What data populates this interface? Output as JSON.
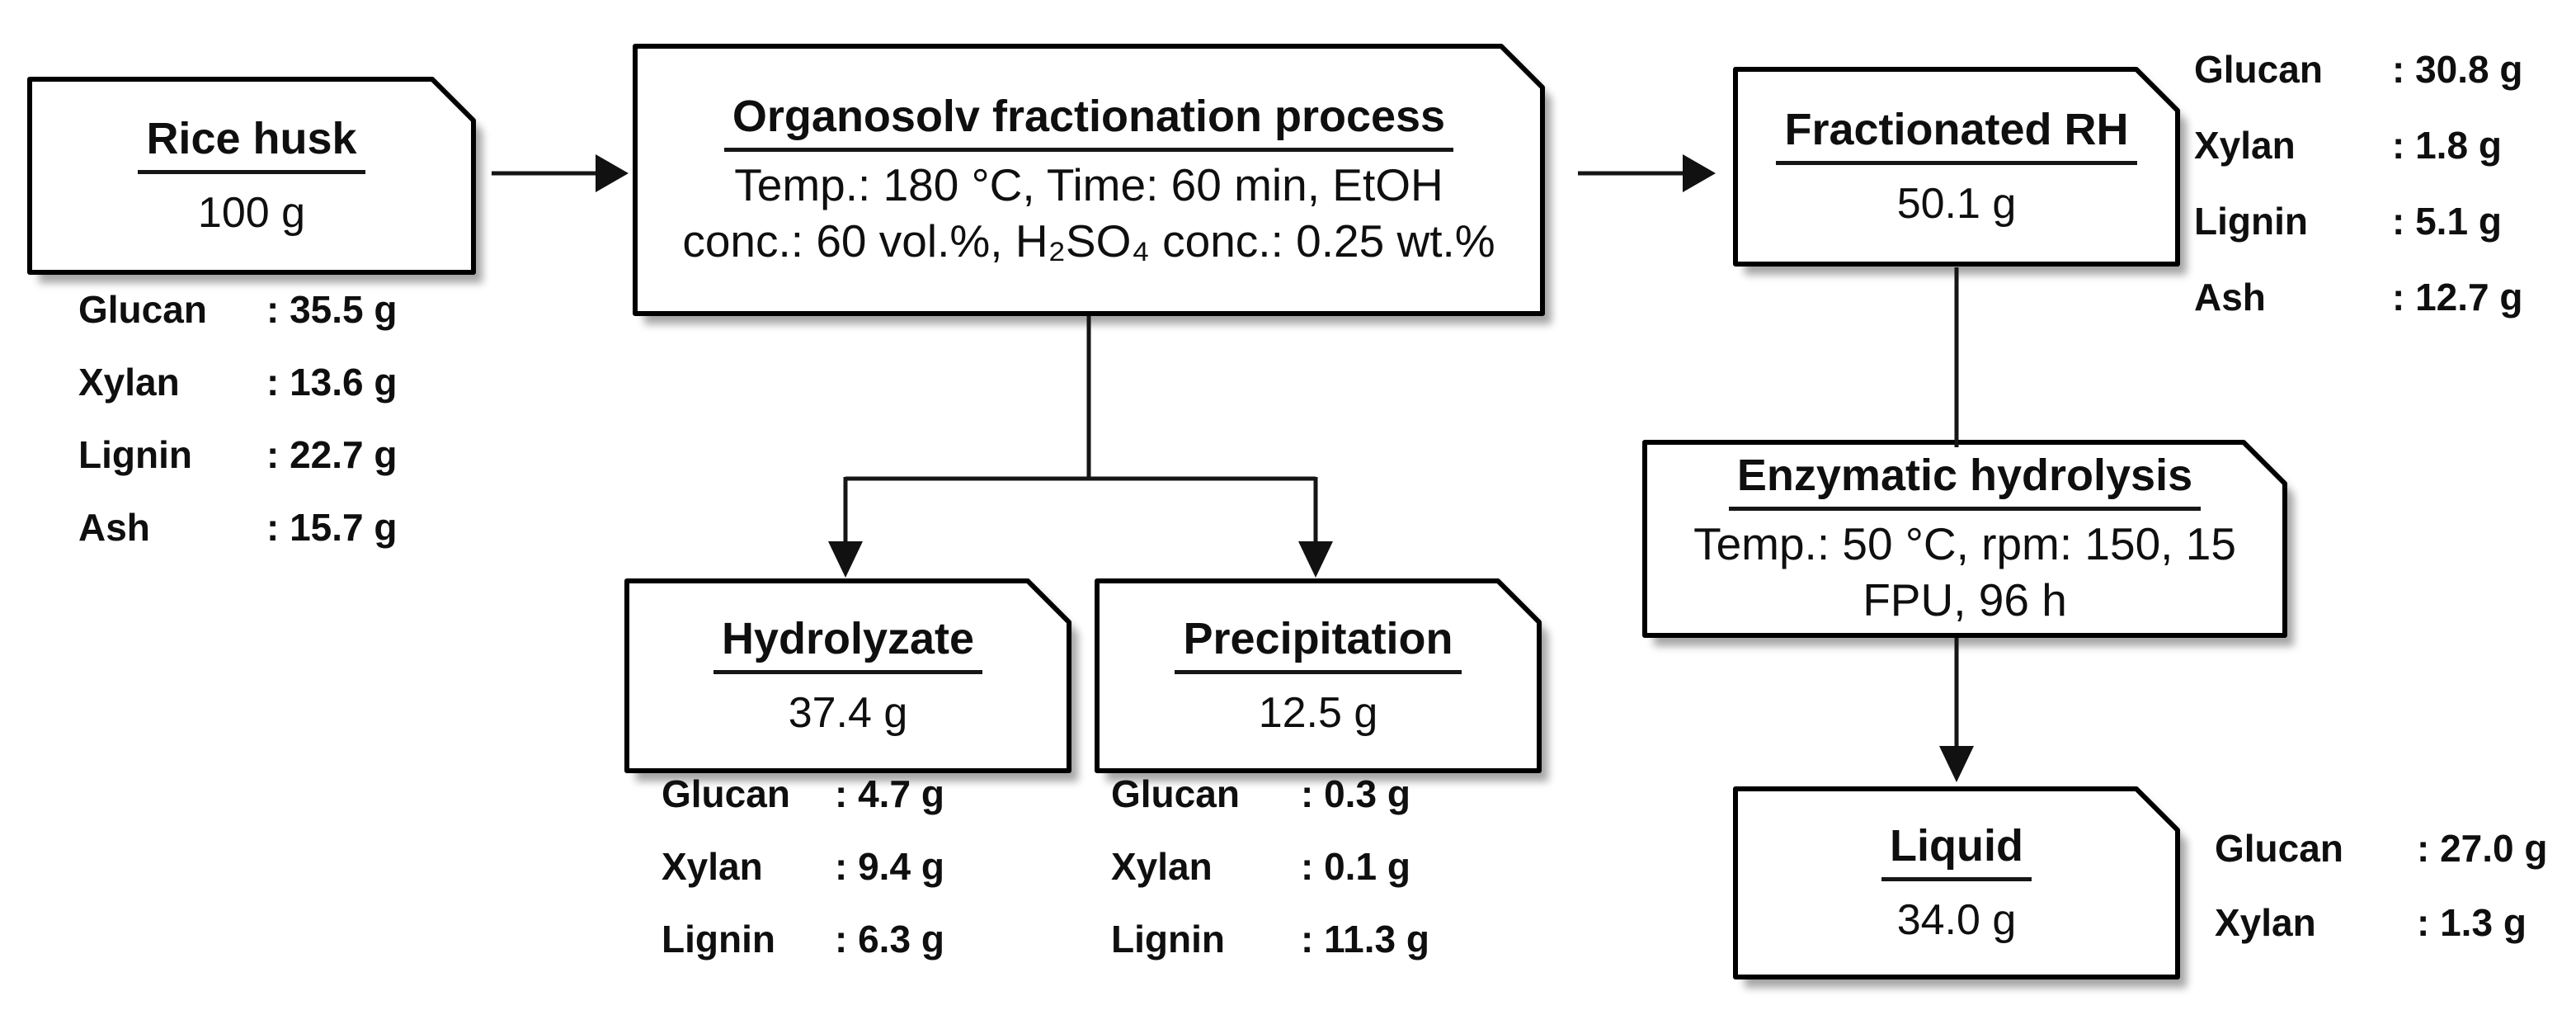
{
  "colors": {
    "ink": "#111111",
    "box_fill": "#ffffff",
    "box_border": "#000000",
    "background": "#ffffff"
  },
  "nodes": {
    "rice_husk": {
      "title": "Rice husk",
      "amount": "100 g"
    },
    "organosolv": {
      "title": "Organosolv fractionation process",
      "body": [
        "Temp.: 180 °C, Time: 60 min, EtOH",
        "conc.: 60 vol.%, H₂SO₄ conc.: 0.25 wt.%"
      ]
    },
    "fractionated_rh": {
      "title": "Fractionated RH",
      "amount": "50.1 g"
    },
    "hydrolyzate": {
      "title": "Hydrolyzate",
      "amount": "37.4 g"
    },
    "precipitation": {
      "title": "Precipitation",
      "amount": "12.5 g"
    },
    "enzymatic": {
      "title": "Enzymatic hydrolysis",
      "body": [
        "Temp.: 50 °C, rpm: 150, 15",
        "FPU, 96 h"
      ]
    },
    "liquid": {
      "title": "Liquid",
      "amount": "34.0 g"
    }
  },
  "compositions": {
    "rice_husk": {
      "items": [
        {
          "label": "Glucan",
          "value": ": 35.5 g"
        },
        {
          "label": "Xylan",
          "value": ": 13.6 g"
        },
        {
          "label": "Lignin",
          "value": ": 22.7 g"
        },
        {
          "label": "Ash",
          "value": ": 15.7 g"
        }
      ]
    },
    "fractionated_rh": {
      "items": [
        {
          "label": "Glucan",
          "value": ": 30.8 g"
        },
        {
          "label": "Xylan",
          "value": ": 1.8 g"
        },
        {
          "label": "Lignin",
          "value": ": 5.1 g"
        },
        {
          "label": "Ash",
          "value": ": 12.7 g"
        }
      ]
    },
    "hydrolyzate": {
      "items": [
        {
          "label": "Glucan",
          "value": ": 4.7 g"
        },
        {
          "label": "Xylan",
          "value": ": 9.4 g"
        },
        {
          "label": "Lignin",
          "value": ": 6.3 g"
        }
      ]
    },
    "precipitation": {
      "items": [
        {
          "label": "Glucan",
          "value": ": 0.3 g"
        },
        {
          "label": "Xylan",
          "value": ": 0.1 g"
        },
        {
          "label": "Lignin",
          "value": ": 11.3 g"
        }
      ]
    },
    "liquid": {
      "items": [
        {
          "label": "Glucan",
          "value": ": 27.0 g"
        },
        {
          "label": "Xylan",
          "value": ": 1.3 g"
        }
      ]
    }
  }
}
